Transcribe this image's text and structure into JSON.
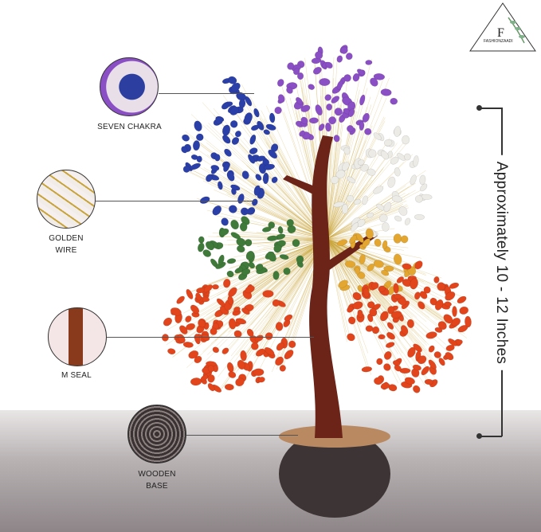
{
  "brand": {
    "logo_text": "FASHIONZAADI",
    "logo_letter": "F"
  },
  "callouts": [
    {
      "label": "SEVEN CHAKRA",
      "theme": "lapis-amethyst"
    },
    {
      "label": "GOLDEN WIRE",
      "theme": "wire"
    },
    {
      "label": "M SEAL",
      "theme": "trunk"
    },
    {
      "label": "WOODEN BASE",
      "theme": "bark"
    }
  ],
  "measurement": {
    "text": "Approximately 10 - 12 Inches"
  },
  "colors": {
    "amethyst": "#8a4fc4",
    "lapis": "#2b3fa8",
    "quartz": "#ecebe6",
    "aventurine": "#3f7a3a",
    "carnelian": "#e2451c",
    "yellow": "#e3a630",
    "trunk": "#6b2417",
    "wire": "#c9a43a"
  }
}
